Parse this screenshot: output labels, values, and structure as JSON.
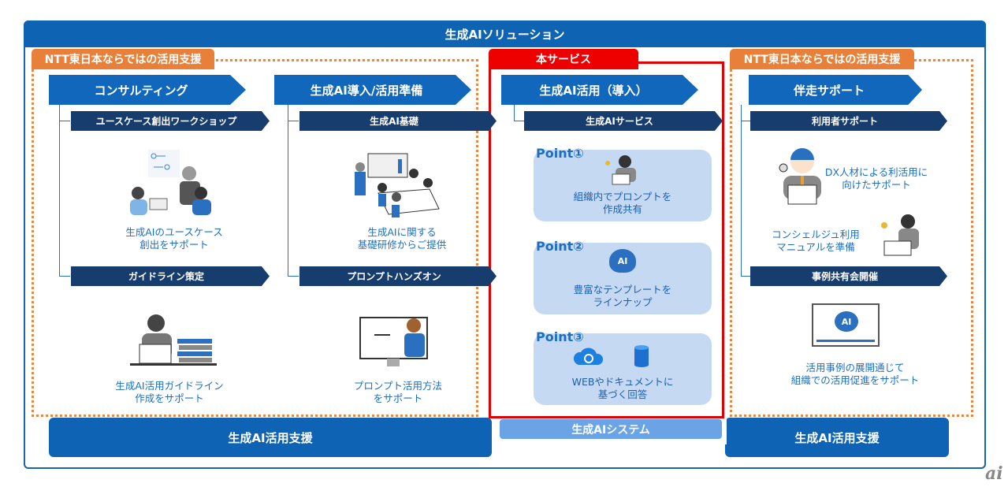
{
  "header": {
    "title": "生成AIソリューション"
  },
  "left_tag": "NTT東日本ならではの活用支援",
  "right_tag": "NTT東日本ならではの活用支援",
  "service_tag": "本サービス",
  "columns": [
    {
      "title": "コンサルティング",
      "sub1": "ユースケース創出ワークショップ",
      "cap1": [
        "生成AIのユースケース",
        "創出をサポート"
      ],
      "sub2": "ガイドライン策定",
      "cap2": [
        "生成AI活用ガイドライン",
        "作成をサポート"
      ]
    },
    {
      "title": "生成AI導入/活用準備",
      "sub1": "生成AI基礎",
      "cap1": [
        "生成AIに関する",
        "基礎研修からご提供"
      ],
      "sub2": "プロンプトハンズオン",
      "cap2": [
        "プロンプト活用方法",
        "をサポート"
      ]
    },
    {
      "title": "生成AI活用（導入）",
      "sub1": "生成AIサービス"
    },
    {
      "title": "伴走サポート",
      "sub1": "利用者サポート",
      "cap1": [
        "DX人材による利活用に",
        "向けたサポート"
      ],
      "cap1b": [
        "コンシェルジュ利用",
        "マニュアルを準備"
      ],
      "sub2": "事例共有会開催",
      "cap2": [
        "活用事例の展開通じて",
        "組織での活用促進をサポート"
      ]
    }
  ],
  "points": [
    {
      "title": "Point①",
      "text": [
        "組織内でプロンプトを",
        "作成共有"
      ]
    },
    {
      "title": "Point②",
      "text": [
        "豊富なテンプレートを",
        "ラインナップ"
      ],
      "icon_label": "AI"
    },
    {
      "title": "Point③",
      "text": [
        "WEBやドキュメントに",
        "基づく回答"
      ]
    }
  ],
  "video_icon_label": "AI",
  "bottom": {
    "left": "生成AI活用支援",
    "center": "生成AIシステム",
    "right": "生成AI活用支援"
  },
  "watermark": "ai"
}
